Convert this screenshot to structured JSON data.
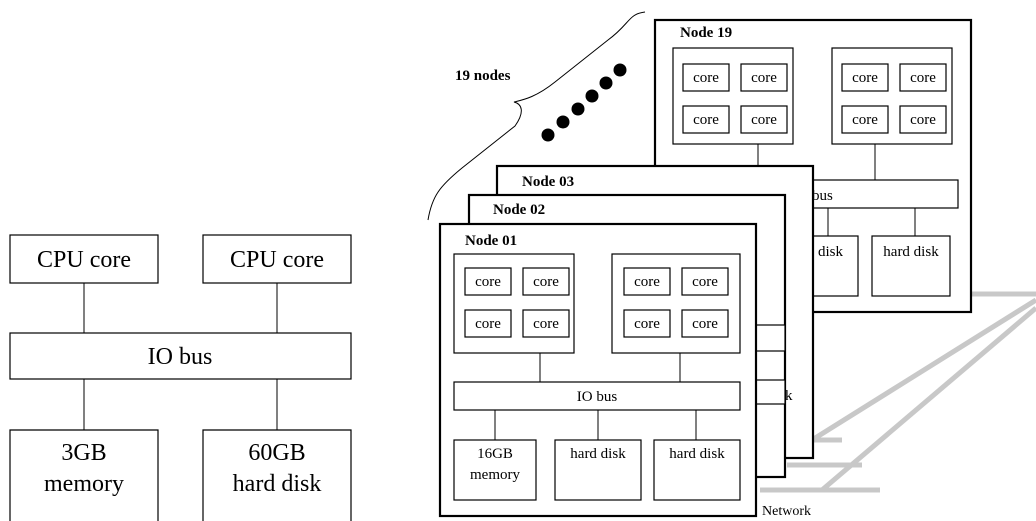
{
  "single_machine": {
    "cpu_core_left": "CPU core",
    "cpu_core_right": "CPU core",
    "io_bus": "IO bus",
    "memory_size": "3GB",
    "memory_word": "memory",
    "disk_size": "60GB",
    "disk_word": "hard disk"
  },
  "cluster": {
    "count_label": "19 nodes",
    "nodes": [
      "Node 19",
      "Node 03",
      "Node 02",
      "Node 01"
    ],
    "core_label": "core",
    "io_bus": "IO bus",
    "bus_fragment": "bus",
    "memory_size": "16GB",
    "memory_word": "memory",
    "hard_disk": "hard disk",
    "disk_fragment": "disk",
    "k_fragment": "k",
    "network": "Network"
  }
}
